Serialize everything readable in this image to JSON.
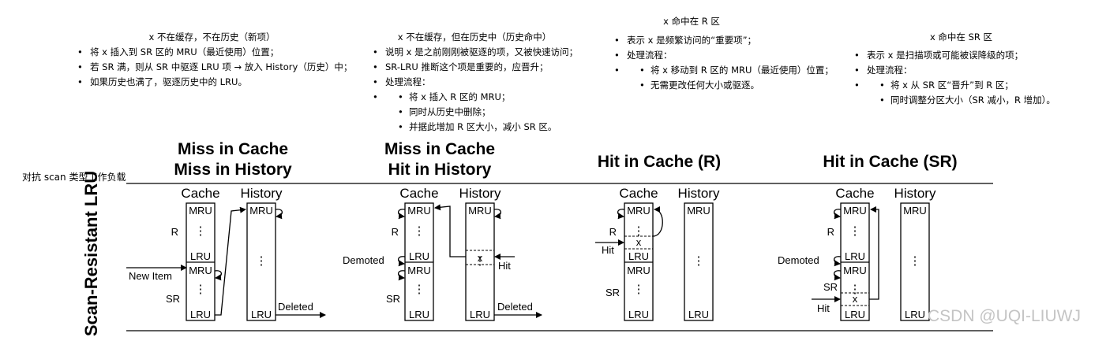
{
  "notes": {
    "n1": {
      "heading": "x 不在缓存，不在历史（新项）",
      "bullets": [
        "将 x 插入到 SR 区的 MRU（最近使用）位置；",
        "若 SR 满，则从 SR 中驱逐 LRU 项 → 放入 History（历史）中；",
        "如果历史也满了，驱逐历史中的 LRU。"
      ]
    },
    "n2": {
      "heading": "x 不在缓存，但在历史中（历史命中）",
      "bullets": [
        "说明 x 是之前刚刚被驱逐的项，又被快速访问；",
        "SR-LRU 推断这个项是重要的，应晋升；",
        "处理流程："
      ],
      "sub": [
        "将 x 插入 R 区的 MRU；",
        "同时从历史中删除；",
        "并据此增加 R 区大小，减小 SR 区。"
      ]
    },
    "n3": {
      "heading": "x 命中在 R 区",
      "bullets": [
        "表示 x 是频繁访问的“重要项”；",
        "处理流程："
      ],
      "sub": [
        "将 x 移动到 R 区的 MRU（最近使用）位置；",
        "无需更改任何大小或驱逐。"
      ]
    },
    "n4": {
      "heading": "x 命中在 SR 区",
      "bullets": [
        "表示 x 是扫描项或可能被误降级的项；",
        "处理流程："
      ],
      "sub": [
        "将 x 从 SR 区“晋升”到 R 区；",
        "同时调整分区大小（SR 减小，R 增加）。"
      ]
    }
  },
  "side_label": "对抗 scan 类型工作负载",
  "row_title": "Scan-Resistant LRU",
  "panels": {
    "p1": {
      "title_l1": "Miss in Cache",
      "title_l2": "Miss in History"
    },
    "p2": {
      "title_l1": "Miss in Cache",
      "title_l2": "Hit in History"
    },
    "p3": {
      "title": "Hit in Cache (R)"
    },
    "p4": {
      "title": "Hit in Cache (SR)"
    }
  },
  "labels": {
    "cache": "Cache",
    "history": "History",
    "mru": "MRU",
    "lru": "LRU",
    "r": "R",
    "sr": "SR",
    "x": "x",
    "dots": "⋮",
    "new_item": "New Item",
    "deleted": "Deleted",
    "demoted": "Demoted",
    "hit": "Hit"
  },
  "watermark": "CSDN @UQI-LIUWJ"
}
